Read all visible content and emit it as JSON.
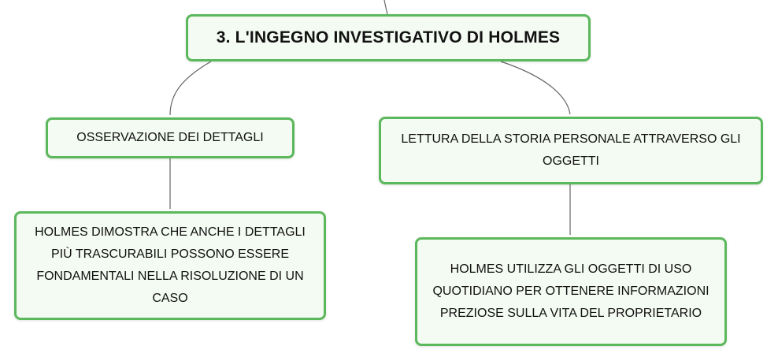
{
  "map": {
    "root": {
      "label": "3. L'INGEGNO INVESTIGATIVO DI HOLMES"
    },
    "observation": {
      "label": "OSSERVAZIONE DEI DETTAGLI"
    },
    "reading": {
      "label": "LETTURA DELLA STORIA PERSONALE ATTRAVERSO GLI OGGETTI"
    },
    "observation_detail": {
      "label": "HOLMES DIMOSTRA CHE ANCHE I DETTAGLI PIÙ TRASCURABILI POSSONO ESSERE FONDAMENTALI NELLA RISOLUZIONE DI UN CASO"
    },
    "reading_detail": {
      "label": "HOLMES UTILIZZA GLI OGGETTI DI USO QUOTIDIANO PER OTTENERE INFORMAZIONI PREZIOSE SULLA VITA DEL PROPRIETARIO"
    }
  },
  "colors": {
    "node_border": "#5cb85c",
    "node_fill": "#f4fbf2",
    "connector": "#666666",
    "text": "#111111"
  }
}
